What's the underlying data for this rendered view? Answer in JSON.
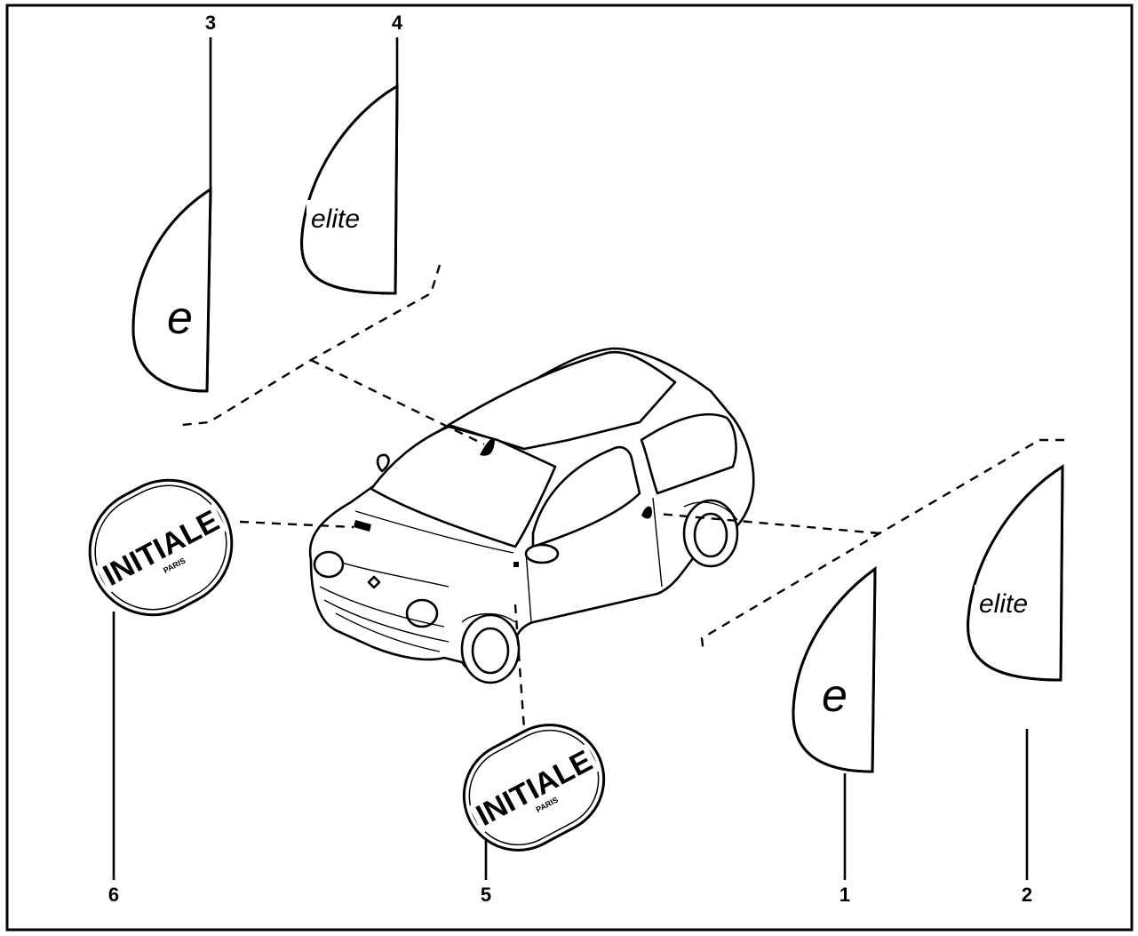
{
  "diagram": {
    "callouts": {
      "c1": "1",
      "c2": "2",
      "c3": "3",
      "c4": "4",
      "c5": "5",
      "c6": "6"
    },
    "badges": {
      "elite_text": "elite",
      "e_text": "e",
      "initiale_text": "INITIALE",
      "paris_text": "PARIS"
    }
  }
}
